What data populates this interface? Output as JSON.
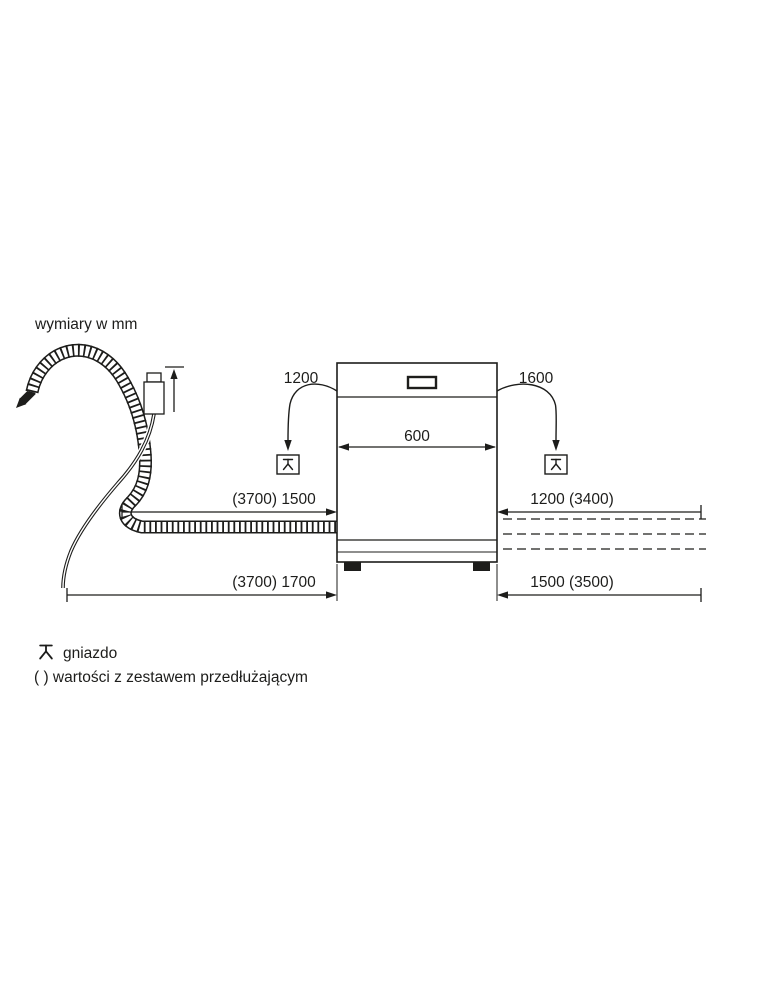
{
  "title": "wymiary w mm",
  "dimensions": {
    "top_left": "1200",
    "top_right": "1600",
    "width": "600",
    "mid_left": "(3700) 1500",
    "mid_right": "1200 (3400)",
    "bottom_left": "(3700) 1700",
    "bottom_right": "1500 (3500)"
  },
  "legend": {
    "socket": "gniazdo",
    "extension": "( ) wartości z zestawem przedłużającym"
  },
  "colors": {
    "ink": "#1d1d1b",
    "background": "#ffffff"
  }
}
